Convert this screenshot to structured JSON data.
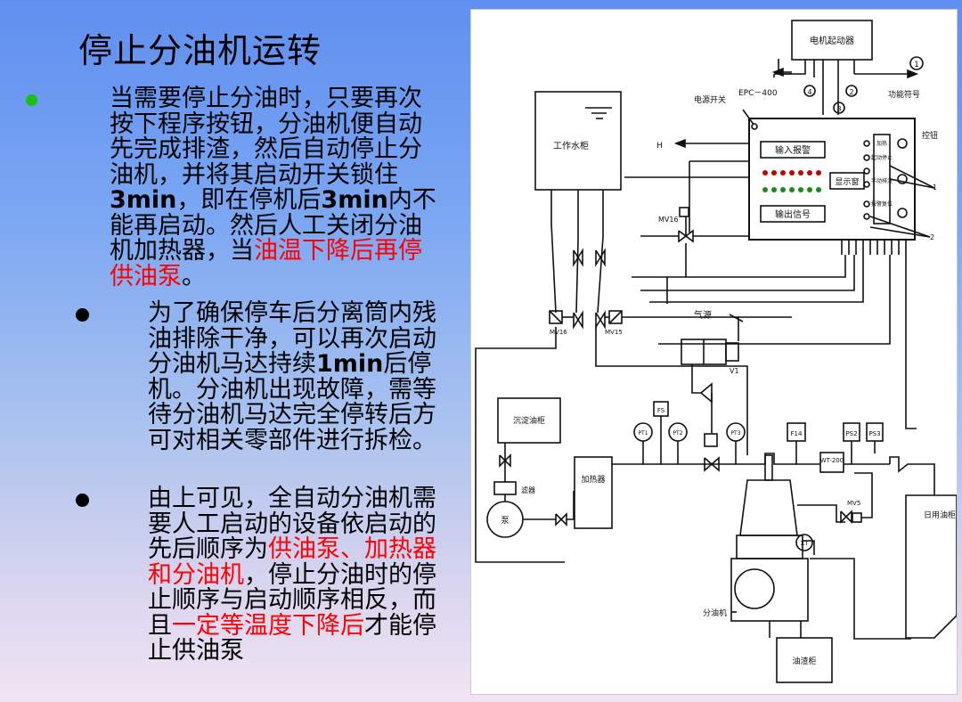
{
  "slide": {
    "title": "停止分油机运转",
    "p1": {
      "a": "当需要停止分油时，只要再次按下程序按钮，分油机便自动先完成排渣，然后自动停止分油机，并将其启动开关锁住",
      "b": "3min",
      "c": "，即在停机后",
      "d": "3min",
      "e": "内不能再启动。然后人工关闭分油机加热器，当",
      "f": "油温下降后再停供油泵",
      "g": "。"
    },
    "p2": {
      "a": "为了确保停车后分离筒内残油排除干净，可以再次启动分油机马达持续",
      "b": "1min",
      "c": "后停机。分油机出现故障，需等待分油机马达完全停转后方可对相关零部件进行拆检。"
    },
    "p3": {
      "a": "由上可见，全自动分油机需要人工启动的设备依启动的先后顺序为",
      "b": "供油泵、加热器和分油机",
      "c": "，停止分油时的停止顺序与启动顺序相反，而且",
      "d": "一定等温度下降后",
      "e": "才能停止供油泵"
    },
    "colors": {
      "accent_red": "#ff0000",
      "bullet_green": "#18c018"
    }
  },
  "diagram": {
    "motor_starter": "电机起动器",
    "epc": "EPC－400",
    "power_switch": "电源开关",
    "function_symbol": "功能符号",
    "control_button": "控钮",
    "work_water_tank": "工作水柜",
    "h_label": "H",
    "input_alarm": "输入报警",
    "display_window": "显示窗",
    "output_signal": "输出信号",
    "func_heat": "加热",
    "func_start": "起动停止",
    "func_manual": "手动排渣",
    "func_alarm": "报警复位",
    "mv16_top": "MV16",
    "mv16": "MV16",
    "mv15": "MV15",
    "air_source": "气源",
    "v1": "V1",
    "sediment_tank": "沉淀油柜",
    "fs": "FS",
    "pt1": "PT1",
    "pt2": "PT2",
    "pt3": "PT3",
    "f14": "F14",
    "ps2": "PS2",
    "ps3": "PS3",
    "wt200": "WT-200",
    "filter": "滤器",
    "pump": "泵",
    "heater": "加热器",
    "mv5": "MV5",
    "daily_tank": "日用油柜",
    "xt": "XT",
    "separator": "分油机",
    "sludge_tank": "油渣柜",
    "n1": "1",
    "n2": "2",
    "n3": "3",
    "n4": "4"
  }
}
